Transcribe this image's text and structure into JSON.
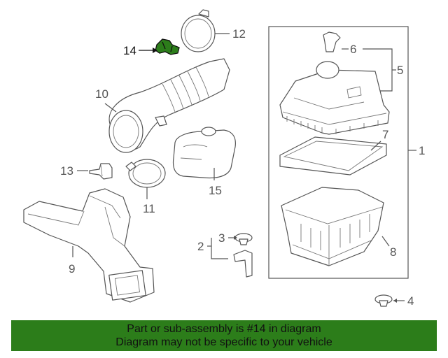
{
  "diagram": {
    "callouts": {
      "c1": "1",
      "c2": "2",
      "c3": "3",
      "c4": "4",
      "c5": "5",
      "c6": "6",
      "c7": "7",
      "c8": "8",
      "c9": "9",
      "c10": "10",
      "c11": "11",
      "c12": "12",
      "c13": "13",
      "c14": "14",
      "c15": "15"
    },
    "highlighted_part": "14",
    "colors": {
      "highlight": "#2c7d1a",
      "line": "#555555",
      "banner": "#2c7d1a"
    }
  },
  "banner": {
    "line1": "Part or sub-assembly is #14 in diagram",
    "line2": "Diagram may not be specific to your vehicle"
  }
}
